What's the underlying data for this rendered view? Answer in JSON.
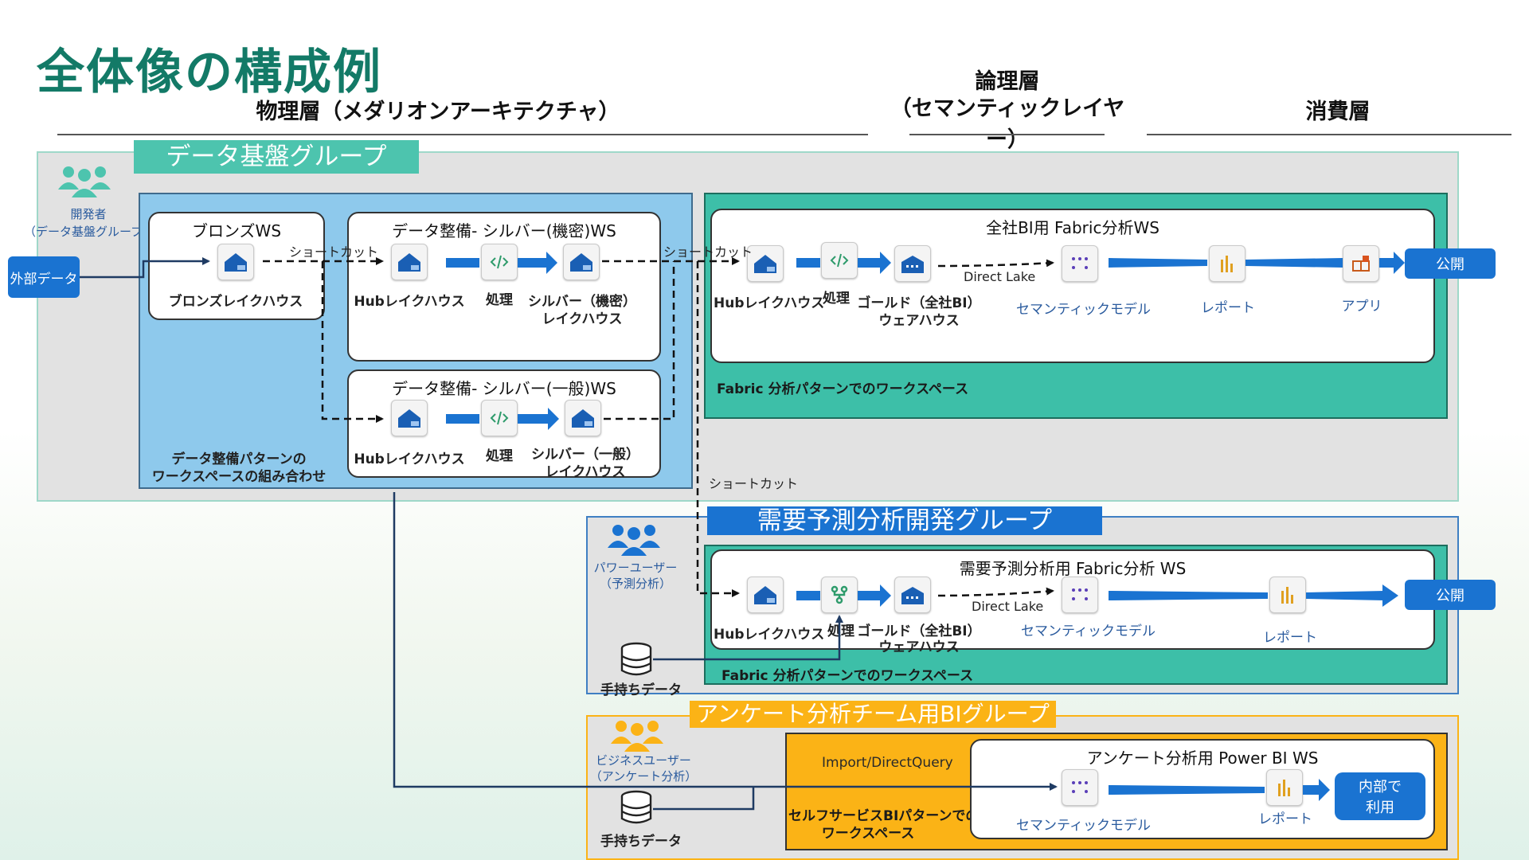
{
  "page": {
    "title": "全体像の構成例",
    "headers": {
      "physical": "物理層（メダリオンアーキテクチャ）",
      "logical_line1": "論理層",
      "logical_line2": "（セマンティックレイヤー）",
      "consumption": "消費層"
    }
  },
  "groups": {
    "data_platform": {
      "title": "データ基盤グループ",
      "role_line1": "開発者",
      "role_line2": "（データ基盤グループ）",
      "external_data": "外部データ",
      "bronze_ws": {
        "title": "ブロンズWS",
        "item": "ブロンズレイクハウス"
      },
      "silver_secret_ws": {
        "title": "データ整備- シルバー(機密)WS",
        "hub": "Hubレイクハウス",
        "process": "処理",
        "silver_line1": "シルバー（機密）",
        "silver_line2": "レイクハウス"
      },
      "silver_general_ws": {
        "title": "データ整備- シルバー(一般)WS",
        "hub": "Hubレイクハウス",
        "process": "処理",
        "silver_line1": "シルバー（一般）",
        "silver_line2": "レイクハウス"
      },
      "combination_line1": "データ整備パターンの",
      "combination_line2": "ワークスペースの組み合わせ",
      "shortcut_1": "ショートカット",
      "shortcut_2": "ショートカット",
      "shortcut_3": "ショートカット",
      "company_ws": {
        "title": "全社BI用 Fabric分析WS",
        "hub": "Hubレイクハウス",
        "process": "処理",
        "gold_line1": "ゴールド（全社BI）",
        "gold_line2": "ウェアハウス",
        "direct_lake": "Direct Lake",
        "semantic": "セマンティックモデル",
        "report": "レポート",
        "app": "アプリ",
        "publish": "公開",
        "pattern": "Fabric 分析パターンでのワークスペース"
      }
    },
    "demand": {
      "title": "需要予測分析開発グループ",
      "role_line1": "パワーユーザー",
      "role_line2": "（予測分析）",
      "local_data": "手持ちデータ",
      "ws": {
        "title": "需要予測分析用 Fabric分析 WS",
        "hub": "Hubレイクハウス",
        "process": "処理",
        "gold_line1": "ゴールド（全社BI）",
        "gold_line2": "ウェアハウス",
        "direct_lake": "Direct Lake",
        "semantic": "セマンティックモデル",
        "report": "レポート",
        "publish": "公開",
        "pattern": "Fabric 分析パターンでのワークスペース"
      }
    },
    "survey": {
      "title": "アンケート分析チーム用BIグループ",
      "role_line1": "ビジネスユーザー",
      "role_line2": "（アンケート分析）",
      "local_data": "手持ちデータ",
      "import_label": "Import/DirectQuery",
      "pattern_line1": "セルフサービスBIパターンでの",
      "pattern_line2": "ワークスペース",
      "ws": {
        "title": "アンケート分析用 Power BI WS",
        "semantic": "セマンティックモデル",
        "report": "レポート",
        "internal_line1": "内部で",
        "internal_line2": "利用"
      }
    }
  },
  "colors": {
    "title": "#137a67",
    "teal": "#4dc4ae",
    "teal_box": "#3dbfa8",
    "blue_box": "#8ec9ec",
    "blue": "#1a73d1",
    "yellow": "#fbb316",
    "gray_group": "#e2e2e2",
    "dark_line": "#1f3b63"
  }
}
